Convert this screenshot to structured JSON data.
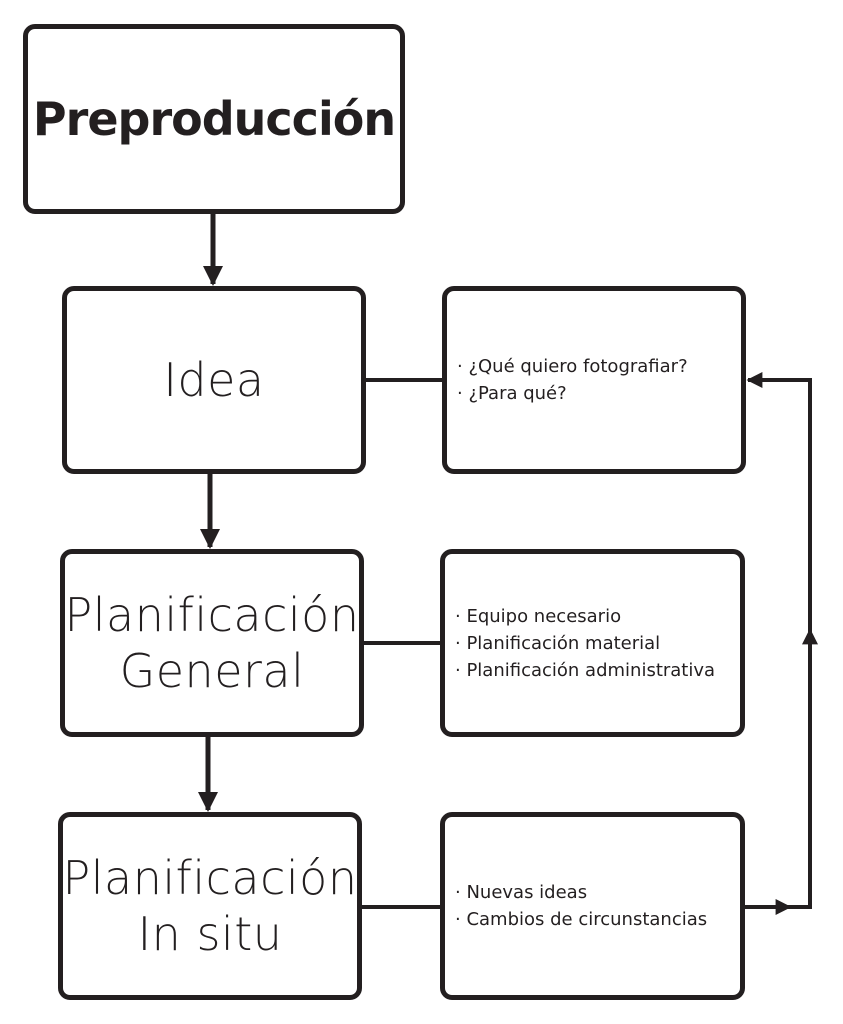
{
  "title": "Preproducción",
  "steps": [
    {
      "label_lines": [
        "Idea"
      ],
      "notes": [
        "· ¿Qué quiero fotografiar?",
        "· ¿Para qué?"
      ]
    },
    {
      "label_lines": [
        "Planificación",
        "General"
      ],
      "notes": [
        "· Equipo necesario",
        "· Planificación material",
        "· Planificación administrativa"
      ]
    },
    {
      "label_lines": [
        "Planificación",
        "In situ"
      ],
      "notes": [
        "· Nuevas ideas",
        "· Cambios de circunstancias"
      ]
    }
  ],
  "colors": {
    "stroke": "#231f20",
    "background": "#ffffff"
  }
}
